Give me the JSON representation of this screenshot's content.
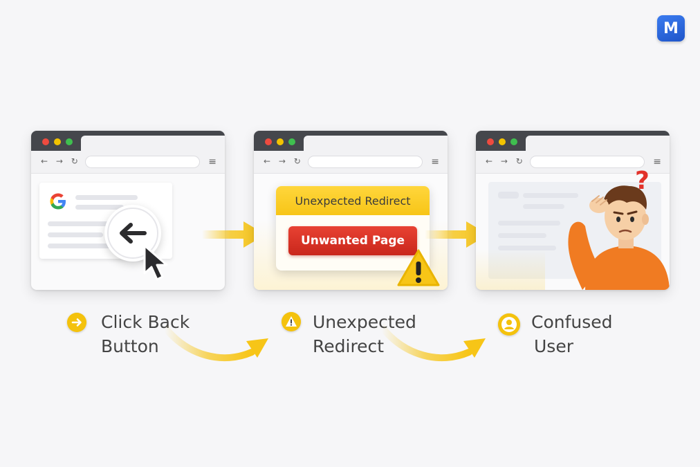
{
  "brand": {
    "logo_letter": "M",
    "logo_color": "#2563e0"
  },
  "steps": [
    {
      "caption_line1": "Click Back",
      "caption_line2": "Button",
      "icon": "arrow-circle-icon"
    },
    {
      "caption_line1": "Unexpected",
      "caption_line2": "Redirect",
      "icon": "warning-icon"
    },
    {
      "caption_line1": "Confused",
      "caption_line2": "User",
      "icon": "user-icon"
    }
  ],
  "browser": {
    "nav_glyphs": "← → ↻",
    "menu_glyph": "≡"
  },
  "redirect_dialog": {
    "title": "Unexpected Redirect",
    "button_label": "Unwanted Page"
  },
  "confused": {
    "question_mark": "?"
  },
  "colors": {
    "accent_yellow": "#f7c517",
    "warning_red": "#d92f22",
    "shirt_orange": "#f07b22",
    "titlebar": "#45474c"
  }
}
